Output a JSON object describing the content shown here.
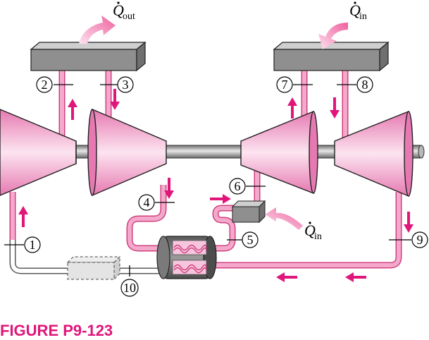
{
  "states": [
    "1",
    "2",
    "3",
    "4",
    "5",
    "6",
    "7",
    "8",
    "9",
    "10"
  ],
  "heat": {
    "out_symbol": "Q",
    "out_sub": "out",
    "in_symbol": "Q",
    "in_sub": "in"
  },
  "caption": "FIGURE P9-123",
  "colors": {
    "pipe": "#f4a9cc",
    "pipe_edge": "#d0407e",
    "arrow": "#e0167a",
    "machine_light": "#fce4f0",
    "machine_dark": "#e679b1",
    "heat_arrow": "#f06aa6",
    "box_top": "#c8c8c8",
    "box_front": "#8f8f8f",
    "caption": "#e0167a"
  },
  "icons": [
    "compressor-icon",
    "turbine-icon",
    "heat-exchanger-icon",
    "regenerator-icon",
    "combustor-icon",
    "shaft-icon",
    "flow-arrow-icon"
  ]
}
